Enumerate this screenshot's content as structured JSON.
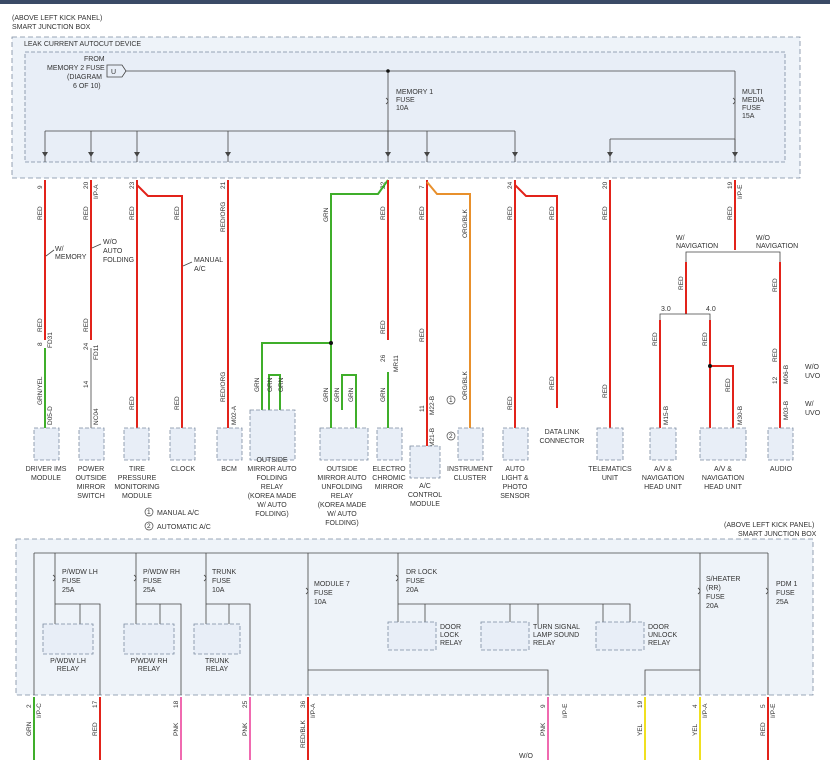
{
  "colors": {
    "red": "#e2231a",
    "green": "#3fae2a",
    "orange": "#e8902c",
    "pink": "#f06ab0",
    "yellow": "#f0e020",
    "panel": "#eef3f9",
    "border": "#7b8aa0"
  },
  "top": {
    "panel_line1": "(ABOVE LEFT KICK PANEL)",
    "panel_line2": "SMART JUNCTION BOX",
    "device": "LEAK CURRENT AUTOCUT DEVICE",
    "from_l1": "FROM",
    "from_l2": "MEMORY 2 FUSE",
    "from_l3": "(DIAGRAM",
    "from_l4": "6 OF 10)",
    "from_conn": "U",
    "mem1_l1": "MEMORY 1",
    "mem1_l2": "FUSE",
    "mem1_l3": "10A",
    "mm_l1": "MULTI",
    "mm_l2": "MEDIA",
    "mm_l3": "FUSE",
    "mm_l4": "15A"
  },
  "pins": [
    "9",
    "20",
    "23",
    "21",
    "22",
    "7",
    "24",
    "20",
    "19"
  ],
  "conns": [
    "I/P-A",
    "I/P-E"
  ],
  "wires": {
    "red": "RED",
    "red_org": "RED/ORG",
    "grn": "GRN",
    "grn_yel": "GRN/YEL",
    "org_blk": "ORG/BLK",
    "red_blk": "RED/BLK",
    "pnk": "PNK",
    "yel": "YEL"
  },
  "notes": {
    "w_memory": [
      "W/",
      "MEMORY"
    ],
    "wo_auto": [
      "W/O",
      "AUTO",
      "FOLDING"
    ],
    "manual_ac": [
      "MANUAL",
      "A/C"
    ],
    "w_nav": [
      "W/",
      "NAVIGATION"
    ],
    "wo_nav": [
      "W/O",
      "NAVIGATION"
    ],
    "v30": "3.0",
    "v40": "4.0",
    "w_uvo": [
      "W/O",
      "UVO"
    ],
    "w_uvo2": [
      "W/",
      "UVO"
    ]
  },
  "mid_pins": {
    "fd31": [
      "8",
      "FD31"
    ],
    "fd11": [
      "24",
      "FD11"
    ],
    "mr11": [
      "26",
      "MR11"
    ],
    "p14": "14",
    "p12": "12",
    "p11": "11"
  },
  "comp_pins": {
    "d05": "D05-D",
    "ncn": "NC04",
    "m02": "M02-A",
    "m21": "M21-B",
    "m22": "M22-B",
    "m15": "M15-B",
    "m30": "M30-B",
    "m06": "M06-B",
    "m03": "M03-B"
  },
  "comps": {
    "c1": [
      "DRIVER IMS",
      "MODULE"
    ],
    "c2": [
      "POWER",
      "OUTSIDE",
      "MIRROR",
      "SWITCH"
    ],
    "c3": [
      "TIRE",
      "PRESSURE",
      "MONITORING",
      "MODULE"
    ],
    "c4": [
      "CLOCK"
    ],
    "c5": [
      "BCM"
    ],
    "c6": [
      "OUTSIDE",
      "MIRROR AUTO",
      "FOLDING",
      "RELAY",
      "(KOREA MADE",
      "W/ AUTO",
      "FOLDING)"
    ],
    "c7": [
      "OUTSIDE",
      "MIRROR AUTO",
      "UNFOLDING",
      "RELAY",
      "(KOREA MADE",
      "W/ AUTO",
      "FOLDING)"
    ],
    "c8": [
      "ELECTRO",
      "CHROMIC",
      "MIRROR"
    ],
    "c9": [
      "A/C",
      "CONTROL",
      "MODULE"
    ],
    "c10": [
      "INSTRUMENT",
      "CLUSTER"
    ],
    "c11": [
      "AUTO",
      "LIGHT &",
      "PHOTO",
      "SENSOR"
    ],
    "c12": [
      "DATA LINK",
      "CONNECTOR"
    ],
    "c13": [
      "TELEMATICS",
      "UNIT"
    ],
    "c14": [
      "A/V &",
      "NAVIGATION",
      "HEAD UNIT"
    ],
    "c15": [
      "A/V &",
      "NAVIGATION",
      "HEAD UNIT"
    ],
    "c16": [
      "AUDIO"
    ]
  },
  "legend": {
    "n1": "1",
    "t1": "MANUAL A/C",
    "n2": "2",
    "t2": "AUTOMATIC A/C"
  },
  "bottom": {
    "panel_line1": "(ABOVE LEFT KICK PANEL)",
    "panel_line2": "SMART JUNCTION BOX",
    "f1": [
      "P/WDW LH",
      "FUSE",
      "25A"
    ],
    "f2": [
      "P/WDW RH",
      "FUSE",
      "25A"
    ],
    "f3": [
      "TRUNK",
      "FUSE",
      "10A"
    ],
    "f4": [
      "MODULE 7",
      "FUSE",
      "10A"
    ],
    "f5": [
      "DR LOCK",
      "FUSE",
      "20A"
    ],
    "f6": [
      "S/HEATER",
      "(RR)",
      "FUSE",
      "20A"
    ],
    "f7": [
      "PDM 1",
      "FUSE",
      "25A"
    ],
    "r1": [
      "P/WDW LH",
      "RELAY"
    ],
    "r2": [
      "P/WDW RH",
      "RELAY"
    ],
    "r3": [
      "TRUNK",
      "RELAY"
    ],
    "r4": [
      "DOOR",
      "LOCK",
      "RELAY"
    ],
    "r5": [
      "TURN SIGNAL",
      "LAMP SOUND",
      "RELAY"
    ],
    "r6": [
      "DOOR",
      "UNLOCK",
      "RELAY"
    ],
    "pins": [
      "2",
      "17",
      "18",
      "25",
      "36",
      "9",
      "19",
      "4",
      "5"
    ],
    "conns": [
      "I/P-C",
      "I/P-A",
      "I/P-E"
    ],
    "wo": "W/O"
  }
}
